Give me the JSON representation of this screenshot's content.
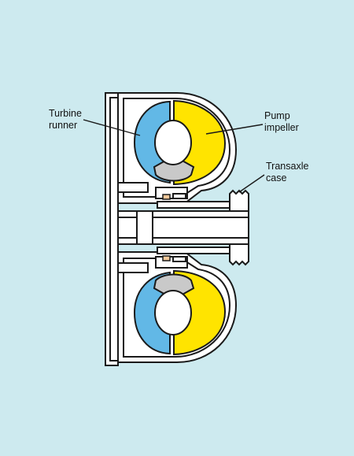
{
  "colors": {
    "background": "#cdeaef",
    "outline": "#1a1a1a",
    "housing": "#ffffff",
    "turbine": "#62b8e6",
    "pump": "#ffe400",
    "stator": "#c9c9c9",
    "bearing": "#f2c89a"
  },
  "labels": {
    "turbine_line1": "Turbine",
    "turbine_line2": "runner",
    "pump_line1": "Pump",
    "pump_line2": "impeller",
    "transaxle_line1": "Transaxle",
    "transaxle_line2": "case"
  }
}
